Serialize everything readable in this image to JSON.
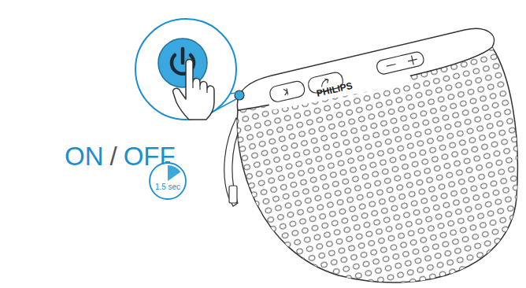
{
  "diagram": {
    "nodes": [
      {
        "text": [
          "1.5 sec"
        ]
      }
    ],
    "labels": [
      "ON",
      "/",
      "OFF",
      "PHILIPS"
    ]
  }
}
